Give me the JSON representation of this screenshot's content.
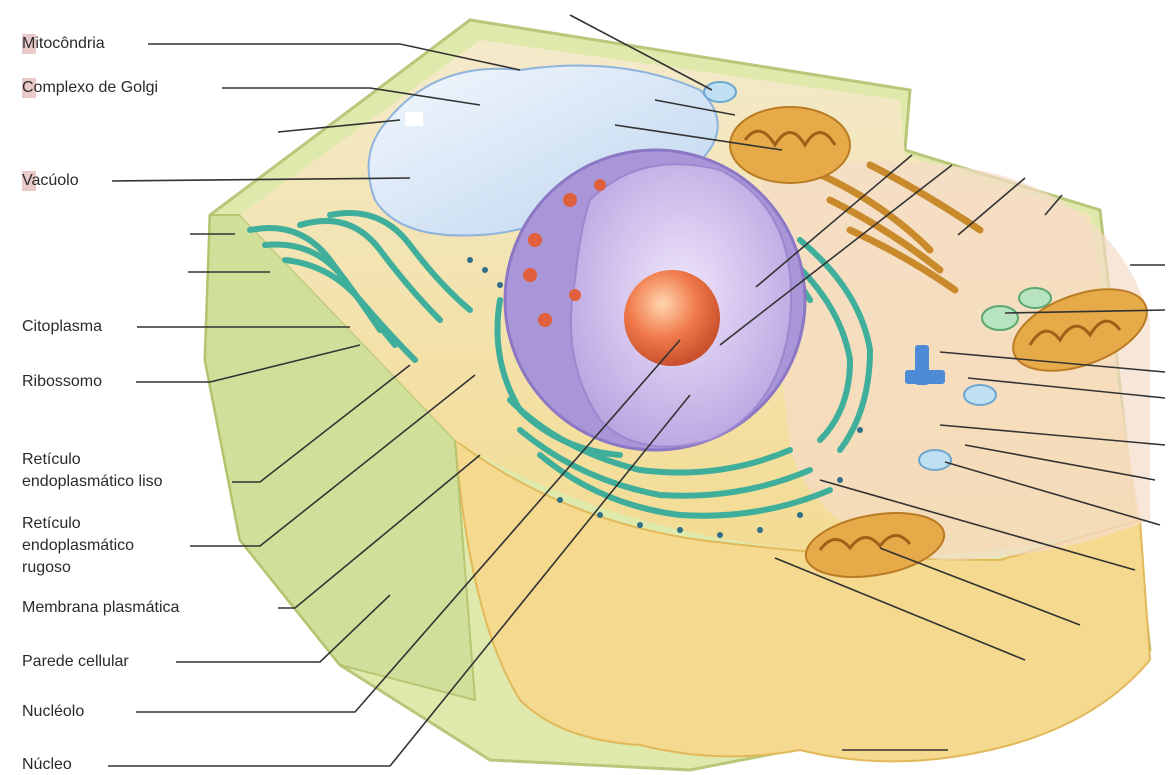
{
  "labels": {
    "mitocondria": "Mitocôndria",
    "golgi": "Complexo de Golgi",
    "vacuolo": "Vacúolo",
    "citoplasma": "Citoplasma",
    "ribossomo": "Ribossomo",
    "rel_line1": "Retículo",
    "rel_line2": "endoplasmático liso",
    "rer_line1": "Retículo",
    "rer_line2": "endoplasmático",
    "rer_line3": "rugoso",
    "membrana": "Membrana plasmática",
    "parede": "Parede cellular",
    "nucleolo": "Nucléolo",
    "nucleo": "Núcleo"
  },
  "colors": {
    "wall": "#d8e6a4",
    "cytoplasm": "#f6e2a8",
    "vacuole": "#dbe9f7",
    "nucleus": "#c9b8e8",
    "nucleolus": "#f07a4a",
    "er": "#5ec4b0",
    "mitochondria": "#e0a743",
    "leader": "#333333"
  }
}
